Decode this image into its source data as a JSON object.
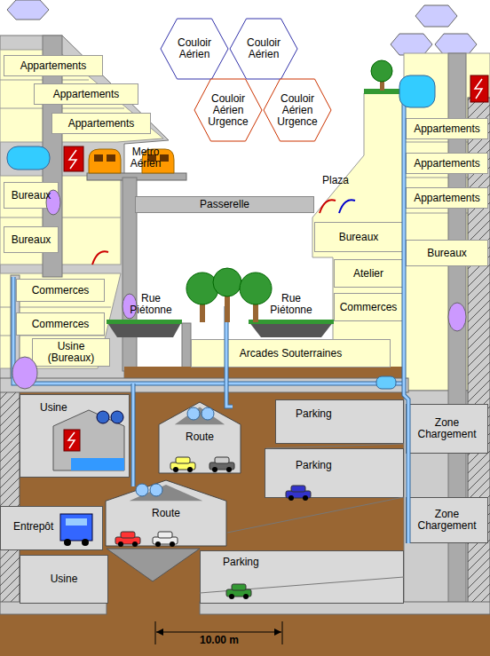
{
  "diagram": {
    "nodes": [
      {
        "text": [
          "Couloir Aérien"
        ]
      },
      {
        "text": [
          "Couloir Aérien"
        ]
      },
      {
        "text": [
          "Couloir Aérien Urgence"
        ]
      },
      {
        "text": [
          "Couloir Aérien Urgence"
        ]
      },
      {
        "text": [
          "Appartements"
        ]
      },
      {
        "text": [
          "Appartements"
        ]
      },
      {
        "text": [
          "Appartements"
        ]
      },
      {
        "text": [
          "Appartements"
        ]
      },
      {
        "text": [
          "Appartements"
        ]
      },
      {
        "text": [
          "Appartements"
        ]
      },
      {
        "text": [
          "Bureaux"
        ]
      },
      {
        "text": [
          "Bureaux"
        ]
      },
      {
        "text": [
          "Passerelle"
        ]
      },
      {
        "text": [
          "Bureaux"
        ]
      },
      {
        "text": [
          "Bureaux"
        ]
      },
      {
        "text": [
          "Atelier"
        ]
      },
      {
        "text": [
          "Commerces"
        ]
      },
      {
        "text": [
          "Commerces"
        ]
      },
      {
        "text": [
          "Commerces"
        ]
      },
      {
        "text": [
          "Usine (Bureaux)"
        ]
      },
      {
        "text": [
          "Arcades Souterraines"
        ]
      },
      {
        "text": [
          "Usine"
        ]
      },
      {
        "text": [
          "Route"
        ]
      },
      {
        "text": [
          "Parking"
        ]
      },
      {
        "text": [
          "Zone Chargement"
        ]
      },
      {
        "text": [
          "Parking"
        ]
      },
      {
        "text": [
          "Route"
        ]
      },
      {
        "text": [
          "Zone Chargement"
        ]
      },
      {
        "text": [
          "Entrepôt"
        ]
      },
      {
        "text": [
          "Usine"
        ]
      },
      {
        "text": [
          "Parking"
        ]
      }
    ],
    "labels": [
      "Metro Aérien",
      "Plaza",
      "Rue Piétonne",
      "Rue Piétonne",
      "10.00 m"
    ]
  }
}
